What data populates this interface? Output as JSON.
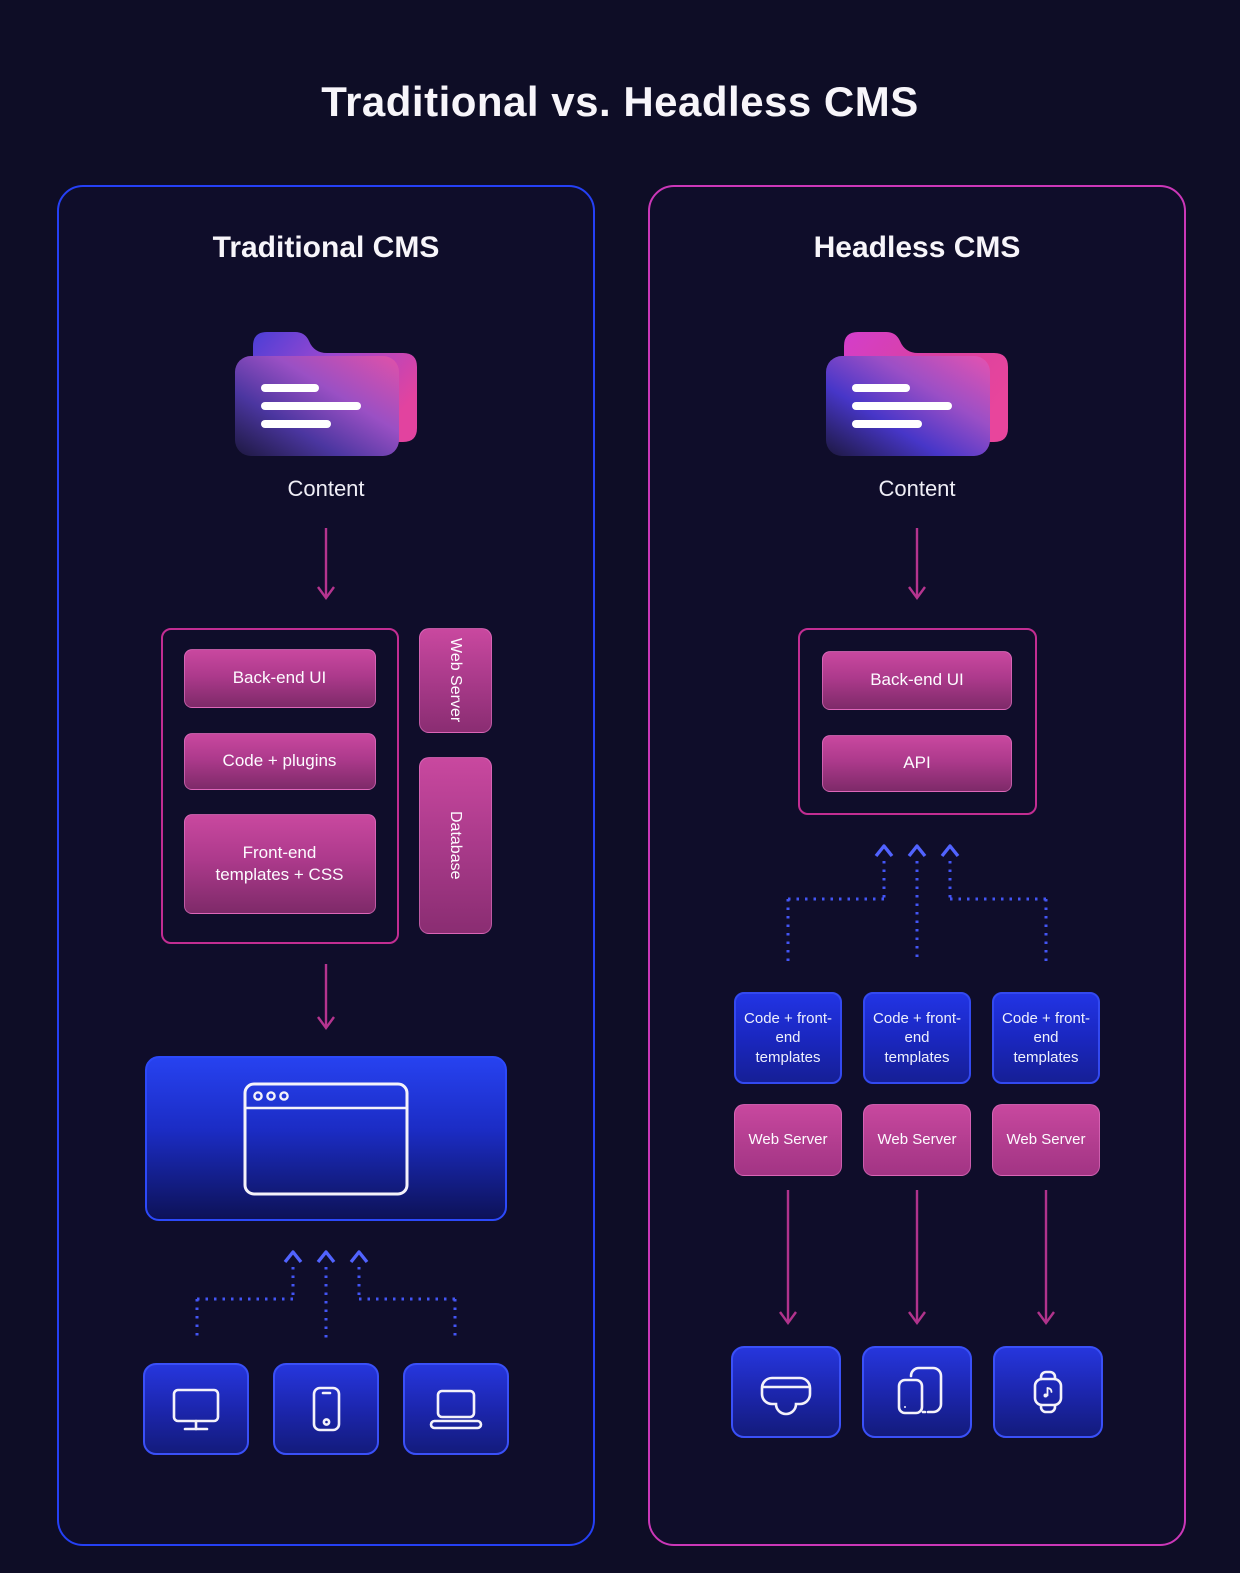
{
  "title": "Traditional vs. Headless CMS",
  "colors": {
    "background": "#0e0d26",
    "traditional_panel_border": "#2540f5",
    "headless_panel_border": "#cb37b8",
    "magenta_box_top": "#c9489f",
    "magenta_box_bottom": "#7e2a69",
    "stack_outline": "#c22d92",
    "blue_box": "#2234e4",
    "device_box_border": "#3a50f8",
    "dotted_arrow_blue": "#4355f5",
    "pink_arrow": "#b0338c",
    "text": "#f5f3fa"
  },
  "traditional": {
    "title": "Traditional CMS",
    "folder_icon": "content-folder-icon",
    "content_label": "Content",
    "stack_items": [
      "Back-end UI",
      "Code + plugins",
      "Front-end templates + CSS"
    ],
    "side_items": [
      "Web Server",
      "Database"
    ],
    "browser_icon": "browser-window-icon",
    "device_icons": [
      "desktop-monitor-icon",
      "smartphone-icon",
      "laptop-icon"
    ]
  },
  "headless": {
    "title": "Headless CMS",
    "folder_icon": "content-folder-icon",
    "content_label": "Content",
    "stack_items": [
      "Back-end UI",
      "API"
    ],
    "template_boxes": [
      "Code + front-end templates",
      "Code + front-end templates",
      "Code + front-end templates"
    ],
    "server_boxes": [
      "Web Server",
      "Web Server",
      "Web Server"
    ],
    "device_icons": [
      "vr-headset-icon",
      "tablet-and-phone-icon",
      "smartwatch-icon"
    ]
  }
}
